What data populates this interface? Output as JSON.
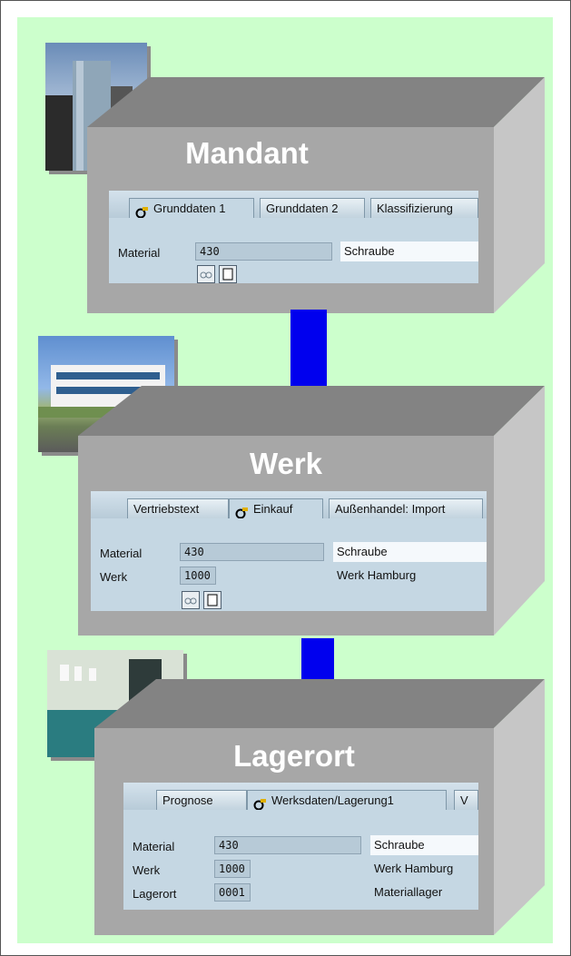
{
  "colors": {
    "background": "#ccffcc",
    "box_front": "#a7a7a7",
    "box_top": "#838383",
    "box_side": "#c6c6c6",
    "arrow": "#0000ff",
    "panel": "#c5d7e3"
  },
  "sections": [
    {
      "title": "Mandant",
      "tabs": [
        "Grunddaten 1",
        "Grunddaten 2",
        "Klassifizierung"
      ],
      "rows": [
        {
          "label": "Material",
          "value": "430",
          "desc": "Schraube"
        }
      ]
    },
    {
      "title": "Werk",
      "tabs": [
        "Vertriebstext",
        "Einkauf",
        "Außenhandel: Import"
      ],
      "rows": [
        {
          "label": "Material",
          "value": "430",
          "desc": "Schraube"
        },
        {
          "label": "Werk",
          "value": "1000",
          "desc": "Werk Hamburg"
        }
      ]
    },
    {
      "title": "Lagerort",
      "tabs": [
        "Prognose",
        "Werksdaten/Lagerung1",
        "V"
      ],
      "rows": [
        {
          "label": "Material",
          "value": "430",
          "desc": "Schraube"
        },
        {
          "label": "Werk",
          "value": "1000",
          "desc": "Werk Hamburg"
        },
        {
          "label": "Lagerort",
          "value": "0001",
          "desc": "Materiallager"
        }
      ]
    }
  ]
}
